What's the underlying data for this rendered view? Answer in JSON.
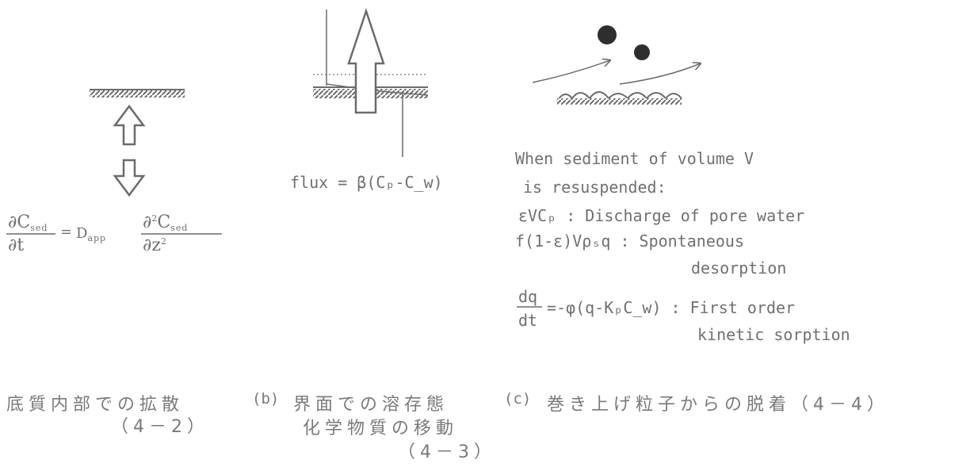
{
  "panel_a": {
    "equation": {
      "lhs_num": "∂C",
      "lhs_num_sub": "sed",
      "lhs_den": "∂t",
      "equals": "=",
      "coef": "D",
      "coef_sub": "app",
      "rhs_num": "∂",
      "rhs_num_sup": "2",
      "rhs_num_var": "C",
      "rhs_num_sub": "sed",
      "rhs_den": "∂z",
      "rhs_den_sup": "2"
    },
    "caption_line1": "底質内部での拡散",
    "caption_line2": "（4－2）"
  },
  "panel_b": {
    "flux_text": "flux = β(Cₚ-C_w)",
    "caption_marker": "(b)",
    "caption_line1": "界面での溶存態",
    "caption_line2": "化学物質の移動",
    "caption_line3": "（4－3）"
  },
  "panel_c": {
    "line1": "When sediment of volume V",
    "line2": "is resuspended:",
    "line3": "εVCₚ : Discharge of pore water",
    "line4": "f(1-ε)Vρₛq : Spontaneous",
    "line5": "desorption",
    "rate_num": "dq",
    "rate_den": "dt",
    "rate_rhs": "=-φ(q-KₚC_w) : First order",
    "line7": "kinetic sorption",
    "caption_marker": "(c)",
    "caption": "巻き上げ粒子からの脱着（4－4）"
  },
  "colors": {
    "ink": "#6b6b6b",
    "particle": "#2e2e2e"
  }
}
